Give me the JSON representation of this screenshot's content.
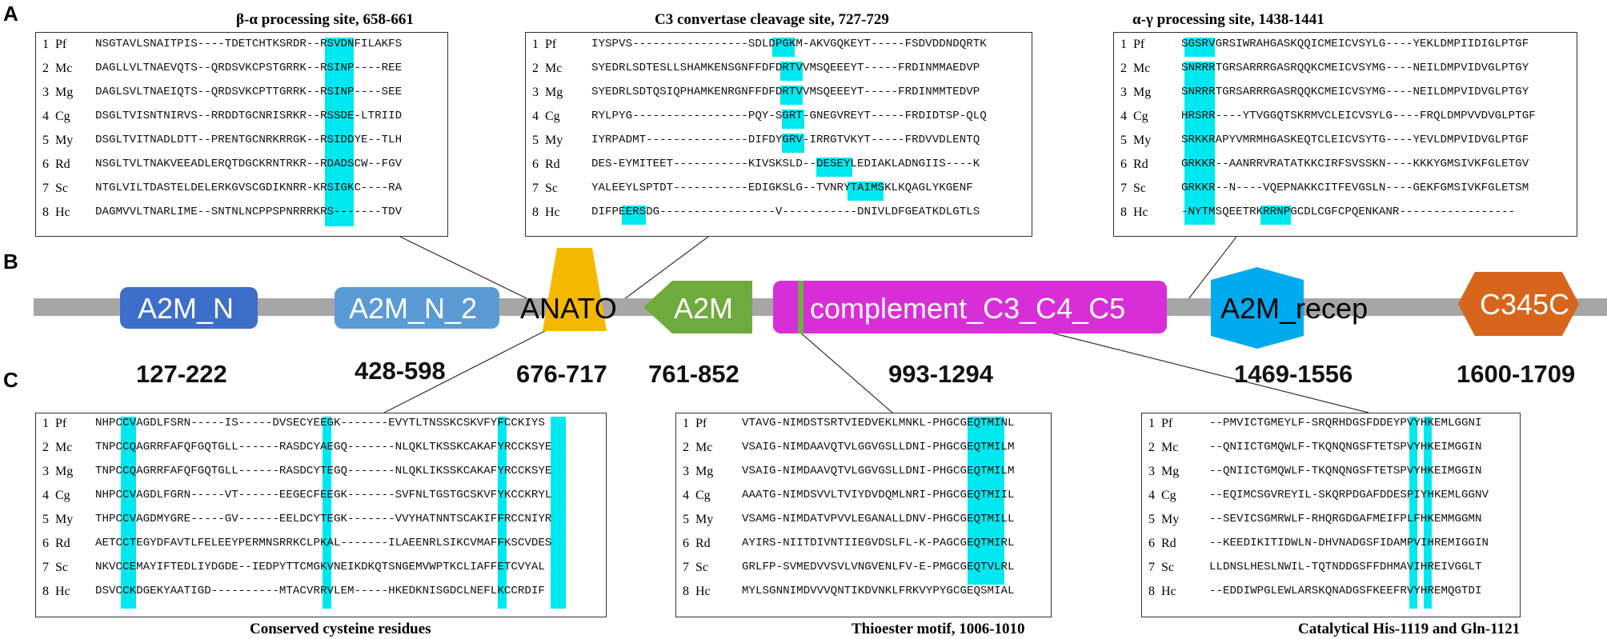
{
  "panel_labels": {
    "a": "A",
    "b": "B",
    "c": "C"
  },
  "colors": {
    "highlight": "#00e8ef",
    "backbone": "#a6a6a6",
    "a2m_n": "#3d6ec9",
    "a2m_n_2": "#5b9bd5",
    "anato": "#f5b800",
    "a2m": "#6faa3e",
    "complement": "#d82ed8",
    "thioester_bar": "#70ad47",
    "a2m_recep": "#00aaee",
    "c345c": "#d8651c"
  },
  "alignments": {
    "beta_alpha": {
      "title": "β-α processing site, 658-661",
      "rows": [
        {
          "num": "1",
          "sp": "Pf",
          "seq": "NSGTAVLSNAITPIS----TDETCHTKSRDR--RSVDNFILAKFS"
        },
        {
          "num": "2",
          "sp": "Mc",
          "seq": "DAGLLVLTNAEVQTS--QRDSVKCPSTGRRK--RSINP----REE"
        },
        {
          "num": "3",
          "sp": "Mg",
          "seq": "DAGLSVLTNAEIQTS--QRDSVKCPTTGRRK--RSINP----SEE"
        },
        {
          "num": "4",
          "sp": "Cg",
          "seq": "DSGLTVISNTNIRVS--RRDDTGCNRISRKR--RSSDE-LTRIID"
        },
        {
          "num": "5",
          "sp": "My",
          "seq": "DSGLTVITNADLDTT--PRENTGCNRKRRGK--RSIDDYE--TLH"
        },
        {
          "num": "6",
          "sp": "Rd",
          "seq": "NSGLTVLTNAKVEEADLERQTDGCKRNTRKR--RDADSCW--FGV"
        },
        {
          "num": "7",
          "sp": "Sc",
          "seq": "NTGLVILTDASTELDELERKGVSCGDIKNRR-KRSIGKC----RA"
        },
        {
          "num": "8",
          "sp": "Hc",
          "seq": "DAGMVVLTNARLIME--SNTNLNCPPSPNRRRKRS-------TDV"
        }
      ]
    },
    "c3": {
      "title": "C3 convertase cleavage site, 727-729",
      "rows": [
        {
          "num": "1",
          "sp": "Pf",
          "seq": "IYSPVS-----------------SDLDPGKM-AKVGQKEYT-----FSDVDDNDQRTK"
        },
        {
          "num": "2",
          "sp": "Mc",
          "seq": "SYEDRLSDTESLLSHAMKENSGNFFDFDRTVVMSQEEEYT-----FRDINMMAEDVP"
        },
        {
          "num": "3",
          "sp": "Mg",
          "seq": "SYEDRLSDTQSIQPHAMKENRGNFFDFDRTVVMSQEEEYT-----FRDINMMTEDVP"
        },
        {
          "num": "4",
          "sp": "Cg",
          "seq": "RYLPYG-----------------PQY-SGRT-GNEGVREYT-----FRDIDTSP-QLQ"
        },
        {
          "num": "5",
          "sp": "My",
          "seq": "IYRPADMT---------------DIFDYGRV-IRRGTVKYT-----FRDVVDLENTQ"
        },
        {
          "num": "6",
          "sp": "Rd",
          "seq": "DES-EYMITEET-----------KIVSKSLD--DESEYLEDIAKLADNGIIS----K"
        },
        {
          "num": "7",
          "sp": "Sc",
          "seq": "YALEEYLSPTDT-----------EDIGKSLG--TVNRYTAIMSKLKQAGLYKGENF"
        },
        {
          "num": "8",
          "sp": "Hc",
          "seq": "DIFPEERSDG-----------------V-----------DNIVLDFGEATKDLGTLS"
        }
      ]
    },
    "alpha_gamma": {
      "title": "α-γ processing site, 1438-1441",
      "rows": [
        {
          "num": "1",
          "sp": "Pf",
          "seq": "SGSRVGRSIWRAHGASKQQICMEICVSYLG----YEKLDMPIIDIGLPTGF"
        },
        {
          "num": "2",
          "sp": "Mc",
          "seq": "SNRRRTGRSARRRGASRQQKCMEICVSYMG----NEILDMPVIDVGLPTGY"
        },
        {
          "num": "3",
          "sp": "Mg",
          "seq": "SNRRRTGRSARRRGASRQQKCMEICVSYMG----NEILDMPVIDVGLPTGY"
        },
        {
          "num": "4",
          "sp": "Cg",
          "seq": "HRSRR----YTVGGQTSKRMVCLEICVSYLG----FRQLDMPVVDVGLPTGF"
        },
        {
          "num": "5",
          "sp": "My",
          "seq": "SRKKRAPYVMRMHGASKEQTCLEICVSYTG----YEVLDMPVIDVGLPTGF"
        },
        {
          "num": "6",
          "sp": "Rd",
          "seq": "GRKKR--AANRRVRATATKKCIRFSVSSKN----KKKYGMSIVKFGLETGV"
        },
        {
          "num": "7",
          "sp": "Sc",
          "seq": "GRKKR--N----VQEPNAKKCITFEVGSLN----GEKFGMSIVKFGLETSM"
        },
        {
          "num": "8",
          "sp": "Hc",
          "seq": "-NYTMSQEETRKRRNPGCDLCGFCPQENKANR-----------------"
        }
      ]
    },
    "cysteine": {
      "title": "Conserved cysteine residues",
      "rows": [
        {
          "num": "1",
          "sp": "Pf",
          "seq": "NHPCCVAGDLFSRN-----IS-----DVSECYEEGK-------EVYTLTNSSKCSKVFYFCCKIYS"
        },
        {
          "num": "2",
          "sp": "Mc",
          "seq": "TNPCCQAGRRFAFQFGQTGLL------RASDCYAEGQ-------NLQKLTKSSKCAKAFYRCCKSYE"
        },
        {
          "num": "3",
          "sp": "Mg",
          "seq": "TNPCCQAGRRFAFQFGQTGLL------RASDCYTEGQ-------NLQKLIKSSKCAKAFYRCCKSYE"
        },
        {
          "num": "4",
          "sp": "Cg",
          "seq": "NHPCCVAGDLFGRN-----VT------EEGECFEEGK-------SVFNLTGSTGCSKVFYKCCKRYL"
        },
        {
          "num": "5",
          "sp": "My",
          "seq": "THPCCVAGDMYGRE-----GV------EELDCYTEGK-------VVYHATNNTSCAKIFFRCCNIYR"
        },
        {
          "num": "6",
          "sp": "Rd",
          "seq": "AETCCTEGYDFAVTLFELEEYPERMNSRRKCLPKAL-------ILAEENRLSIKCVMAFFKSCVDES"
        },
        {
          "num": "7",
          "sp": "Sc",
          "seq": "NKVCCEMAYIFTEDLIYDGDE--IEDPYTTCMGKVNEIKDKQTSNGEMVWPTKCLIAFFETCVYAL"
        },
        {
          "num": "8",
          "sp": "Hc",
          "seq": "DSVCCKDGEKYAATIGD----------MTACVRRVLEM-----HKEDKNISGDCLNEFLKCCRDIF"
        }
      ]
    },
    "thioester": {
      "title": "Thioester motif, 1006-1010",
      "rows": [
        {
          "num": "1",
          "sp": "Pf",
          "seq": "VTAVG-NIMDSTSRTVIEDVEKLMNKL-PHGCGEQTMINL"
        },
        {
          "num": "2",
          "sp": "Mc",
          "seq": "VSAIG-NIMDAAVQTVLGGVGSLLDNI-PHGCGEQTMILM"
        },
        {
          "num": "3",
          "sp": "Mg",
          "seq": "VSAIG-NIMDAAVQTVLGGVGSLLDNI-PHGCGEQTMILM"
        },
        {
          "num": "4",
          "sp": "Cg",
          "seq": "AAATG-NIMDSVVLTVIYDVDQMLNRI-PHGCGEQTMIIL"
        },
        {
          "num": "5",
          "sp": "My",
          "seq": "VSAMG-NIMDATVPVVLEGANALLDNV-PHGCGEQTMILL"
        },
        {
          "num": "6",
          "sp": "Rd",
          "seq": "AYIRS-NIITDIVNTIIEGVDSLFL-K-PAGCGEQTMIRL"
        },
        {
          "num": "7",
          "sp": "Sc",
          "seq": "GRLFP-SVMEDVVSVLVNGVENLFV-E-PMGCGEQTVLRL"
        },
        {
          "num": "8",
          "sp": "Hc",
          "seq": "MYLSGNNIMDVVVQNTIKDVNKLFRKVYPYGCGEQSMIAL"
        }
      ]
    },
    "catalytic": {
      "title": "Catalytical His-1119 and Gln-1121",
      "rows": [
        {
          "num": "1",
          "sp": "Pf",
          "seq": "--PMVICTGMEYLF-SRQRHDGSFDDEYPVYHKEMLGGNI"
        },
        {
          "num": "2",
          "sp": "Mc",
          "seq": "--QNIICTGMQWLF-TKQNQNGSFTETSPVYHKEIMGGIN"
        },
        {
          "num": "3",
          "sp": "Mg",
          "seq": "--QNIICTGMQWLF-TKQNQNGSFTETSPVYHKEIMGGIN"
        },
        {
          "num": "4",
          "sp": "Cg",
          "seq": "--EQIMCSGVREYIL-SKQRPDGAFDDESPIYHKEMLGGNV"
        },
        {
          "num": "5",
          "sp": "My",
          "seq": "--SEVICSGMRWLF-RHQRGDGAFMEIFPLFHKEMMGGMN"
        },
        {
          "num": "6",
          "sp": "Rd",
          "seq": "--KEEDIKITIDWLN-DHVNADGSFIDAMPVIHREMIGGIN"
        },
        {
          "num": "7",
          "sp": "Sc",
          "seq": "LLDNSLHESLNWIL-TQTNDDGSFFDHMAVIHREIVGGLT"
        },
        {
          "num": "8",
          "sp": "Hc",
          "seq": "--EDDIWPGLEWLARSKQNADGSFKEEFRVYHREMQGTDI"
        }
      ]
    }
  },
  "domains": [
    {
      "label": "A2M_N",
      "range": "127-222"
    },
    {
      "label": "A2M_N_2",
      "range": "428-598"
    },
    {
      "label": "ANATO",
      "range": "676-717"
    },
    {
      "label": "A2M",
      "range": "761-852"
    },
    {
      "label": "complement_C3_C4_C5",
      "range": "993-1294"
    },
    {
      "label": "A2M_recep",
      "range": "1469-1556"
    },
    {
      "label": "C345C",
      "range": "1600-1709"
    }
  ]
}
